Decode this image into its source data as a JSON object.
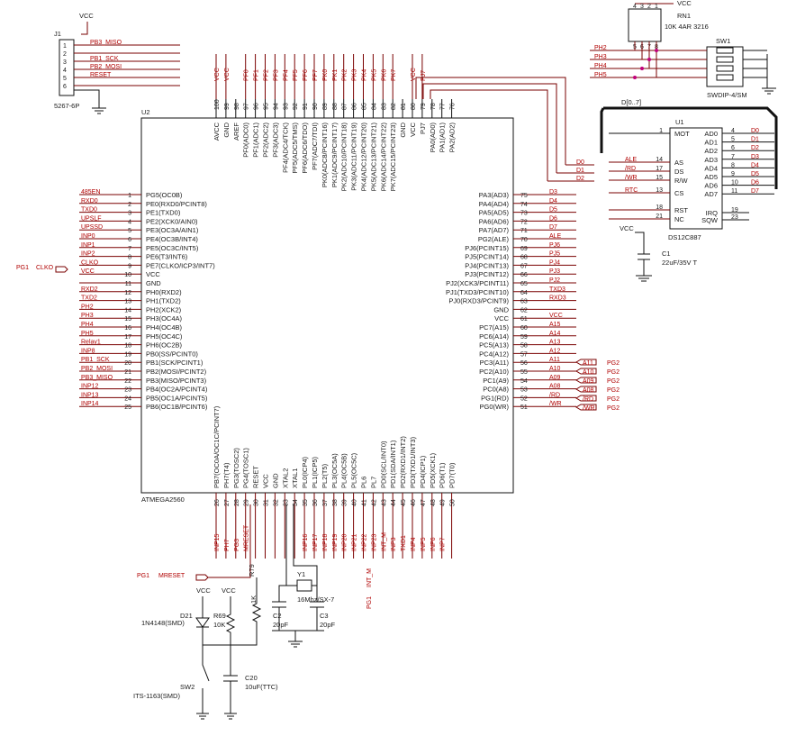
{
  "j1": {
    "ref": "J1",
    "part": "5267-6P",
    "vcc": "VCC",
    "pins": [
      "1",
      "2",
      "3",
      "4",
      "5",
      "6"
    ],
    "nets": [
      "PB3_MISO",
      "",
      "PB1_SCK",
      "PB2_MOSI",
      "RESET",
      ""
    ]
  },
  "u2": {
    "ref": "U2",
    "part": "ATMEGA2560",
    "top_nums": [
      "100",
      "99",
      "98",
      "97",
      "96",
      "95",
      "94",
      "93",
      "92",
      "91",
      "90",
      "89",
      "88",
      "87",
      "86",
      "85",
      "84",
      "83",
      "82",
      "81",
      "80",
      "79",
      "78",
      "77",
      "76"
    ],
    "top_names": [
      "AVCC",
      "GND",
      "AREF",
      "PF0(ADC0)",
      "PF1(ADC1)",
      "PF2(ADC2)",
      "PF3(ADC3)",
      "PF4(ADC4/TCK)",
      "PF5(ADC5/TMS)",
      "PF6(ADC6/TDO)",
      "PF7(ADC7/TDI)",
      "PK0(ADC8/PCINT16)",
      "PK1(ADC9/PCINT17)",
      "PK2(ADC10/PCINT18)",
      "PK3(ADC11/PCINT19)",
      "PK4(ADC12/PCINT20)",
      "PK5(ADC13/PCINT21)",
      "PK6(ADC14/PCINT22)",
      "PK7(ADC15/PCINT23)",
      "GND",
      "VCC",
      "PJ7",
      "PA0(AD0)",
      "PA1(AD1)",
      "PA2(AD2)"
    ],
    "top_nets": [
      "VCC",
      "VCC",
      "",
      "PF0",
      "PF1",
      "PF2",
      "PF3",
      "PF4",
      "PF5",
      "PF6",
      "PF7",
      "PK0",
      "PK1",
      "PK2",
      "PK3",
      "PK4",
      "PK5",
      "PK6",
      "PK7",
      "",
      "VCC",
      "PJ7",
      "",
      "",
      ""
    ],
    "left_nums": [
      "1",
      "2",
      "3",
      "4",
      "5",
      "6",
      "7",
      "8",
      "9",
      "10",
      "11",
      "12",
      "13",
      "14",
      "15",
      "16",
      "17",
      "18",
      "19",
      "20",
      "21",
      "22",
      "23",
      "24",
      "25"
    ],
    "left_names": [
      "PG5(OC0B)",
      "PE0(RXD0/PCINT8)",
      "PE1(TXD0)",
      "PE2(XCK0/AIN0)",
      "PE3(OC3A/AIN1)",
      "PE4(OC3B/INT4)",
      "PE5(OC3C/INT5)",
      "PE6(T3/INT6)",
      "PE7(CLKO/ICP3/INT7)",
      "VCC",
      "GND",
      "PH0(RXD2)",
      "PH1(TXD2)",
      "PH2(XCK2)",
      "PH3(OC4A)",
      "PH4(OC4B)",
      "PH5(OC4C)",
      "PH6(OC2B)",
      "PB0(SS/PCINT0)",
      "PB1(SCK/PCINT1)",
      "PB2(MOSI/PCINT2)",
      "PB3(MISO/PCINT3)",
      "PB4(OC2A/PCINT4)",
      "PB5(OC1A/PCINT5)",
      "PB6(OC1B/PCINT6)"
    ],
    "left_nets": [
      "485EN",
      "RXD0",
      "TXD0",
      "UPSLF",
      "UPSSD",
      "INP0",
      "INP1",
      "INP2",
      "CLKO",
      "VCC",
      "",
      "RXD2",
      "TXD2",
      "PH2",
      "PH3",
      "PH4",
      "PH5",
      "Relay1",
      "INP8",
      "PB1_SCK",
      "PB2_MOSI",
      "PB3_MISO",
      "INP12",
      "INP13",
      "INP14"
    ],
    "right_nums": [
      "75",
      "74",
      "73",
      "72",
      "71",
      "70",
      "69",
      "68",
      "67",
      "66",
      "65",
      "64",
      "63",
      "62",
      "61",
      "60",
      "59",
      "58",
      "57",
      "56",
      "55",
      "54",
      "53",
      "52",
      "51"
    ],
    "right_names": [
      "PA3(AD3)",
      "PA4(AD4)",
      "PA5(AD5)",
      "PA6(AD6)",
      "PA7(AD7)",
      "PG2(ALE)",
      "PJ6(PCINT15)",
      "PJ5(PCINT14)",
      "PJ4(PCINT13)",
      "PJ3(PCINT12)",
      "PJ2(XCK3/PCINT11)",
      "PJ1(TXD3/PCINT10)",
      "PJ0(RXD3/PCINT9)",
      "GND",
      "VCC",
      "PC7(A15)",
      "PC6(A14)",
      "PC5(A13)",
      "PC4(A12)",
      "PC3(A11)",
      "PC2(A10)",
      "PC1(A9)",
      "PC0(A8)",
      "PG1(RD)",
      "PG0(WR)"
    ],
    "right_nets": [
      "D3",
      "D4",
      "D5",
      "D6",
      "D7",
      "ALE",
      "PJ6",
      "PJ5",
      "PJ4",
      "PJ3",
      "PJ2",
      "TXD3",
      "RXD3",
      "",
      "VCC",
      "A15",
      "A14",
      "A13",
      "A12",
      "A11",
      "A10",
      "A09",
      "A08",
      "/RD",
      "/WR"
    ],
    "top_right_nets": [
      "D0",
      "D1",
      "D2"
    ],
    "bottom_nums": [
      "26",
      "27",
      "28",
      "29",
      "30",
      "31",
      "32",
      "33",
      "34",
      "35",
      "36",
      "37",
      "38",
      "39",
      "40",
      "41",
      "42",
      "43",
      "44",
      "45",
      "46",
      "47",
      "48",
      "49",
      "50"
    ],
    "bottom_names": [
      "PB7(OC0A/OC1C/PCINT7)",
      "PH7(T4)",
      "PG3(TOSC2)",
      "PG4(TOSC1)",
      "RESET",
      "VCC",
      "GND",
      "XTAL2",
      "XTAL1",
      "PL0(ICP4)",
      "PL1(ICP5)",
      "PL2(T5)",
      "PL3(OC5A)",
      "PL4(OC5B)",
      "PL5(OC5C)",
      "PL6",
      "PL7",
      "PD0(SCL/INT0)",
      "PD1(SDA/INT1)",
      "PD2(RXD1/INT2)",
      "PD3(TXD1/INT3)",
      "PD4(ICP1)",
      "PD5(XCK1)",
      "PD6(T1)",
      "PD7(T0)"
    ],
    "bottom_nets": [
      "INP15",
      "PH7",
      "PG3",
      "MRESET",
      "",
      "",
      "",
      "",
      "",
      "INP16",
      "INP17",
      "INP18",
      "INP19",
      "INP20",
      "INP21",
      "INP22",
      "INP23",
      "INT_M",
      "INP3",
      "TXD1",
      "INP4",
      "INP5",
      "INP6",
      "INP7",
      ""
    ]
  },
  "u1": {
    "ref": "U1",
    "part": "DS12C887",
    "bus": "D[0..7]",
    "left_names": [
      "MOT",
      "AS",
      "DS",
      "R/W",
      "CS",
      "RST",
      "NC"
    ],
    "left_nums": [
      "1",
      "14",
      "17",
      "15",
      "13",
      "18",
      "21"
    ],
    "left_nets": [
      "",
      "ALE",
      "/RD",
      "/WR",
      "RTC",
      "",
      ""
    ],
    "right_names": [
      "AD0",
      "AD1",
      "AD2",
      "AD3",
      "AD4",
      "AD5",
      "AD6",
      "AD7",
      "IRQ",
      "SQW"
    ],
    "right_nums": [
      "4",
      "5",
      "6",
      "7",
      "8",
      "9",
      "10",
      "11",
      "19",
      "23"
    ],
    "right_nets": [
      "D0",
      "D1",
      "D2",
      "D3",
      "D4",
      "D5",
      "D6",
      "D7",
      "",
      ""
    ]
  },
  "rn1": {
    "ref": "RN1",
    "part": "10K 4AR 3216",
    "vcc": "VCC",
    "pins_top": [
      "4",
      "3",
      "2",
      "1"
    ],
    "pins_bot": [
      "5",
      "6",
      "7",
      "8"
    ]
  },
  "sw1": {
    "ref": "SW1",
    "part": "SWDIP-4/SM",
    "nets": [
      "PH2",
      "PH3",
      "PH4",
      "PH5"
    ]
  },
  "c1": {
    "ref": "C1",
    "value": "22uF/35V T",
    "vcc": "VCC"
  },
  "port_labels": {
    "pg1_clko": "PG1",
    "clko": "CLKO",
    "pg1_mreset": "PG1",
    "mreset": "MRESET",
    "pg1_intm": "PG1",
    "intm": "INT_M",
    "pg2": "PG2",
    "right_ports": [
      "A11",
      "A10",
      "A09",
      "A08",
      "/RD",
      "/WR"
    ]
  },
  "reset": {
    "d21_ref": "D21",
    "d21_part": "1N4148(SMD)",
    "r69_ref": "R69",
    "r69_value": "10K",
    "r79_ref": "R79",
    "r79_value": "1K",
    "sw2_ref": "SW2",
    "sw2_part": "ITS-1163(SMD)",
    "c20_ref": "C20",
    "c20_value": "10uF(TTC)",
    "vcc": "VCC"
  },
  "crystal": {
    "y1_ref": "Y1",
    "y1_value": "16Mhz/SX-7",
    "c2_ref": "C2",
    "c2_value": "20pF",
    "c3_ref": "C3",
    "c3_value": "20pF"
  }
}
